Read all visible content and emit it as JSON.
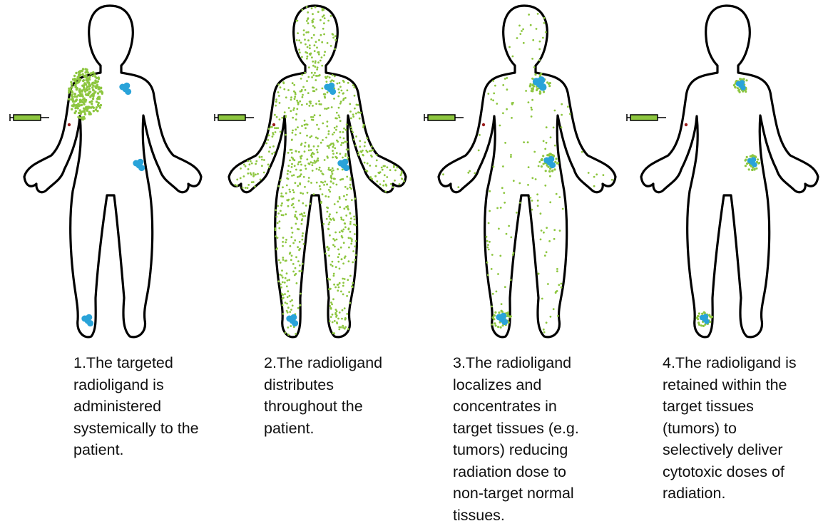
{
  "colors": {
    "body_outline": "#000000",
    "radioligand": "#8dc63f",
    "tumor": "#29a3d9",
    "injection_site": "#9b1c1c",
    "syringe_fill": "#8dc63f"
  },
  "steps": [
    {
      "caption": "1.The targeted\nradioligand is\nadministered\nsystemically to the\npatient.",
      "distribution": "injection",
      "icons": [
        "syringe-icon",
        "tumor-icon"
      ]
    },
    {
      "caption": "2.The radioligand\ndistributes\nthroughout the\npatient.",
      "distribution": "systemic",
      "icons": [
        "syringe-icon",
        "tumor-icon"
      ]
    },
    {
      "caption": "3.The radioligand\nlocalizes and\nconcentrates in\ntarget tissues (e.g.\ntumors) reducing\nradiation dose to\nnon-target normal\ntissues.",
      "distribution": "localizing",
      "icons": [
        "syringe-icon",
        "tumor-icon"
      ]
    },
    {
      "caption": "4.The radioligand is\nretained within the\ntarget tissues\n(tumors) to\nselectively deliver\ncytotoxic doses of\nradiation.",
      "distribution": "retained",
      "icons": [
        "syringe-icon",
        "tumor-icon"
      ]
    }
  ]
}
